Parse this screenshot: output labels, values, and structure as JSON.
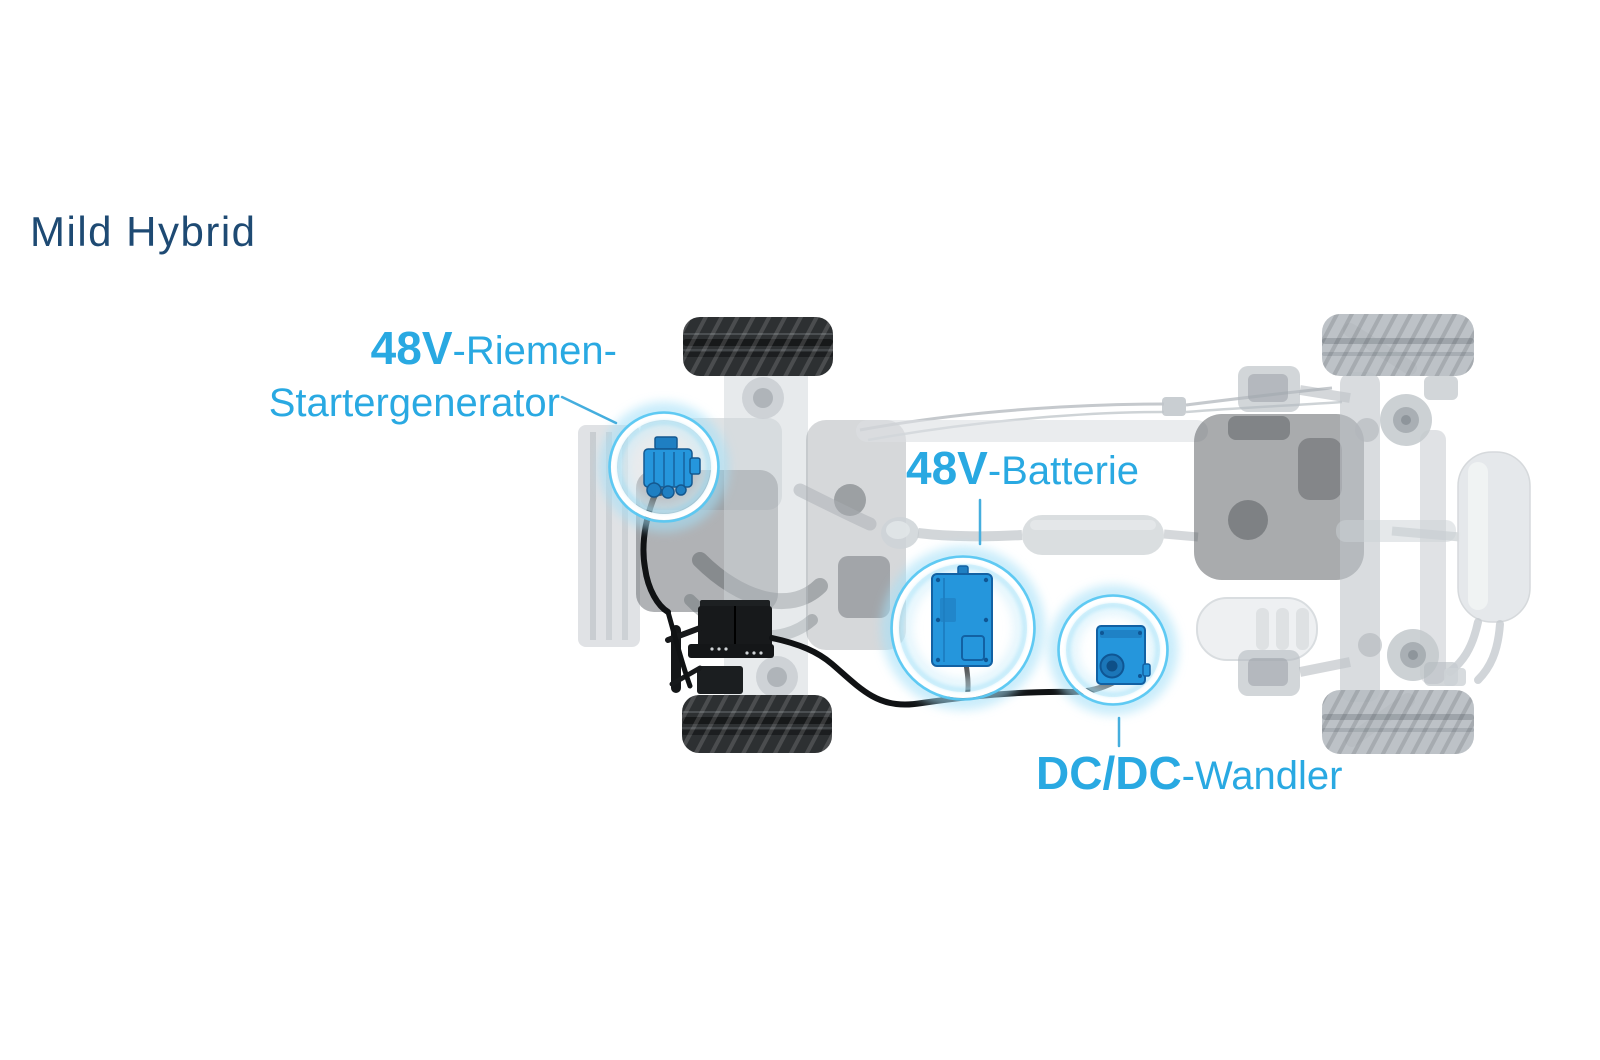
{
  "title": "Mild Hybrid",
  "labels": {
    "starter_generator": {
      "bold": "48V",
      "regular": "-Riemen-",
      "line2": "Startergenerator"
    },
    "battery": {
      "bold": "48V",
      "regular": "-Batterie"
    },
    "dcdc": {
      "bold": "DC/DC",
      "regular": "-Wandler"
    }
  },
  "diagram": {
    "type": "vehicle-underbody-top-view",
    "highlighted_components": [
      {
        "id": "48v-riemen-startergenerator",
        "area": "front-engine-bay"
      },
      {
        "id": "48v-batterie",
        "area": "underbody-center"
      },
      {
        "id": "dc-dc-wandler",
        "area": "underbody-center-right"
      }
    ]
  },
  "colors": {
    "title_navy": "#1E4A73",
    "label_blue": "#29A9E2",
    "component_blue": "#2596DC",
    "glow_blue": "#58C7F2",
    "cable_black": "#101214",
    "front_tire_dark": "#2D3032",
    "rear_tire_gray": "#B7BDC2",
    "chassis_gray": "#C6CBD0"
  }
}
